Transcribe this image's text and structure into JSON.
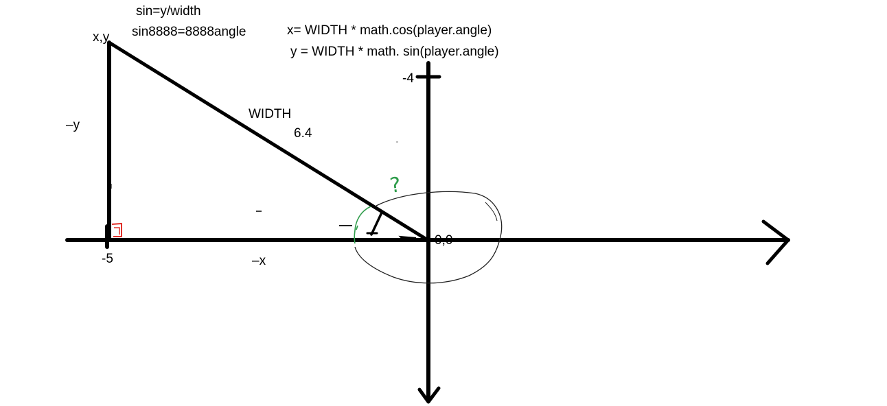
{
  "annotations": {
    "sin_formula": "sin=y/width",
    "sin_angle": "sin8888=8888angle",
    "x_formula": "x= WIDTH * math.cos(player.angle)",
    "y_formula": "y = WIDTH * math. sin(player.angle)"
  },
  "labels": {
    "point_xy": "x,y",
    "neg_y": "–y",
    "neg_x": "–x",
    "hypotenuse_name": "WIDTH",
    "hypotenuse_value": "6.4",
    "x_tick": "-5",
    "y_tick": "-4",
    "origin": "0,0",
    "question": "?"
  },
  "colors": {
    "ink": "#000000",
    "angle_mark": "#2e9c4a",
    "right_angle_mark": "#e0302a",
    "sketch": "#222222"
  }
}
